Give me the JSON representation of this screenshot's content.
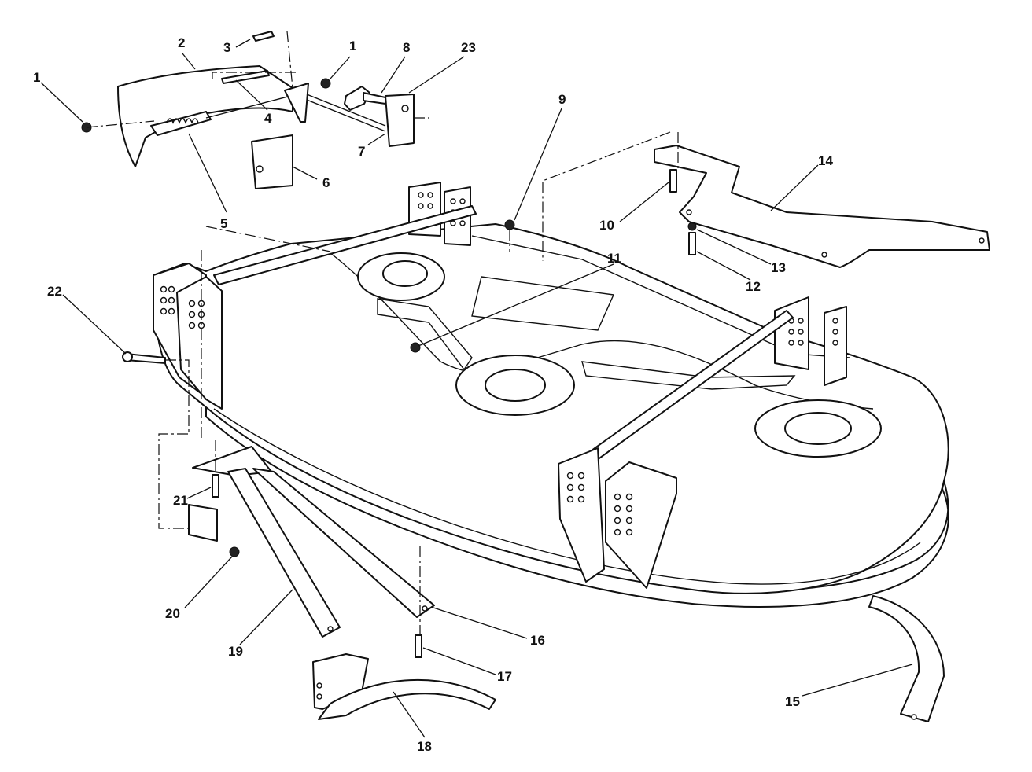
{
  "callouts": {
    "c1a": "1",
    "c1b": "1",
    "c2": "2",
    "c3": "3",
    "c4": "4",
    "c5": "5",
    "c6": "6",
    "c7": "7",
    "c8": "8",
    "c9": "9",
    "c10": "10",
    "c11": "11",
    "c12": "12",
    "c13": "13",
    "c14": "14",
    "c15": "15",
    "c16": "16",
    "c17": "17",
    "c18": "18",
    "c19": "19",
    "c20": "20",
    "c21": "21",
    "c22": "22",
    "c23": "23"
  }
}
